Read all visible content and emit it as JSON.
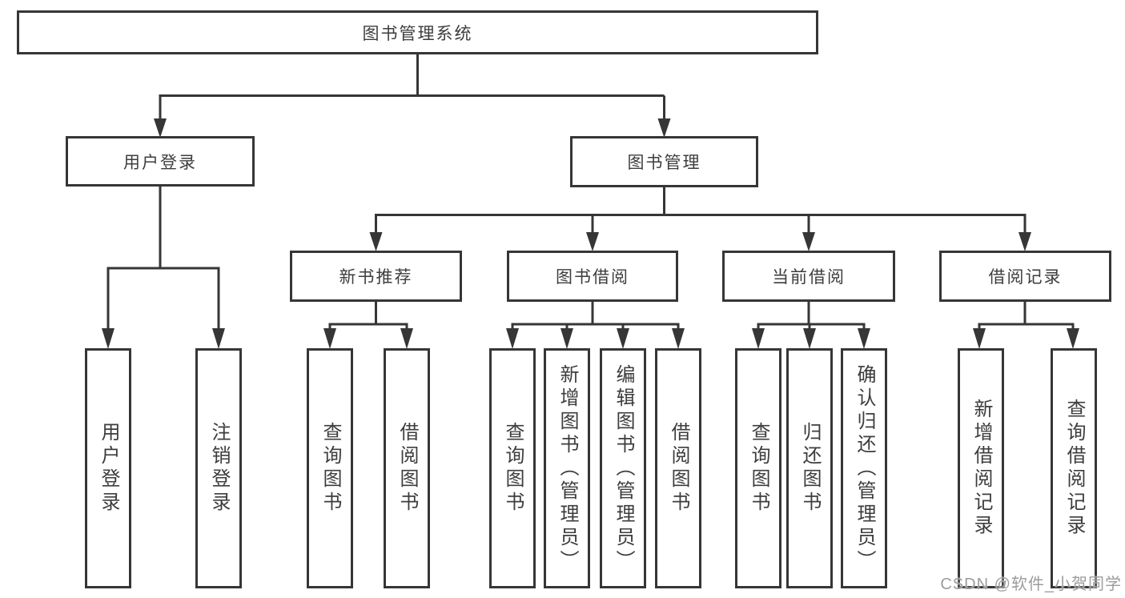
{
  "diagram": {
    "root": {
      "label": "图书管理系统"
    },
    "branches": [
      {
        "label": "用户登录",
        "children": [
          {
            "label": "用户登录"
          },
          {
            "label": "注销登录"
          }
        ]
      },
      {
        "label": "图书管理",
        "children": [
          {
            "label": "新书推荐",
            "children": [
              {
                "label": "查询图书"
              },
              {
                "label": "借阅图书"
              }
            ]
          },
          {
            "label": "图书借阅",
            "children": [
              {
                "label": "查询图书"
              },
              {
                "label": "新增图书（管理员）"
              },
              {
                "label": "编辑图书（管理员）"
              },
              {
                "label": "借阅图书"
              }
            ]
          },
          {
            "label": "当前借阅",
            "children": [
              {
                "label": "查询图书"
              },
              {
                "label": "归还图书"
              },
              {
                "label": "确认归还（管理员）"
              }
            ]
          },
          {
            "label": "借阅记录",
            "children": [
              {
                "label": "新增借阅记录"
              },
              {
                "label": "查询借阅记录"
              }
            ]
          }
        ]
      }
    ]
  },
  "watermark": {
    "text": "CSDN @软件_小贺同学"
  },
  "colors": {
    "line": "#363636",
    "text": "#3d3d3d",
    "watermark": "#9c9c9c",
    "background": "#ffffff"
  }
}
